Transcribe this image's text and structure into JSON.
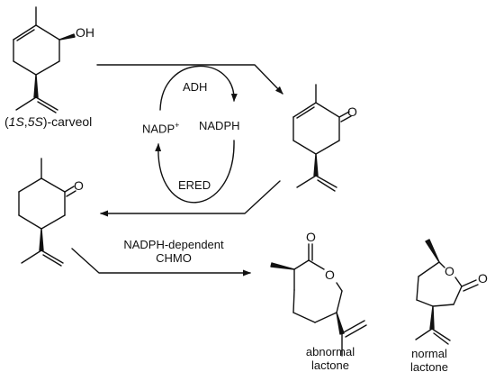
{
  "compounds": {
    "carveol": {
      "name_prefix": "(",
      "name_italic_1": "1S",
      "name_comma": ",",
      "name_italic_2": "5S",
      "name_suffix": ")-carveol",
      "atom_label": "OH"
    },
    "carvone": {
      "atom_label": "O"
    },
    "dihydrocarvone": {
      "atom_label": "O"
    },
    "abnormal_lactone": {
      "atom_label_ring_o": "O",
      "atom_label_carbonyl_o": "O",
      "line1": "abnormal",
      "line2": "lactone"
    },
    "normal_lactone": {
      "atom_label_ring_o": "O",
      "atom_label_carbonyl_o": "O",
      "line1": "normal",
      "line2": "lactone"
    }
  },
  "cycle": {
    "adh": "ADH",
    "nadp_plus_base": "NADP",
    "nadp_plus_sup": "+",
    "nadph": "NADPH",
    "ered": "ERED"
  },
  "chmo_step": {
    "line1": "NADPH-dependent",
    "line2": "CHMO"
  },
  "colors": {
    "ink": "#111111",
    "background": "#ffffff"
  }
}
